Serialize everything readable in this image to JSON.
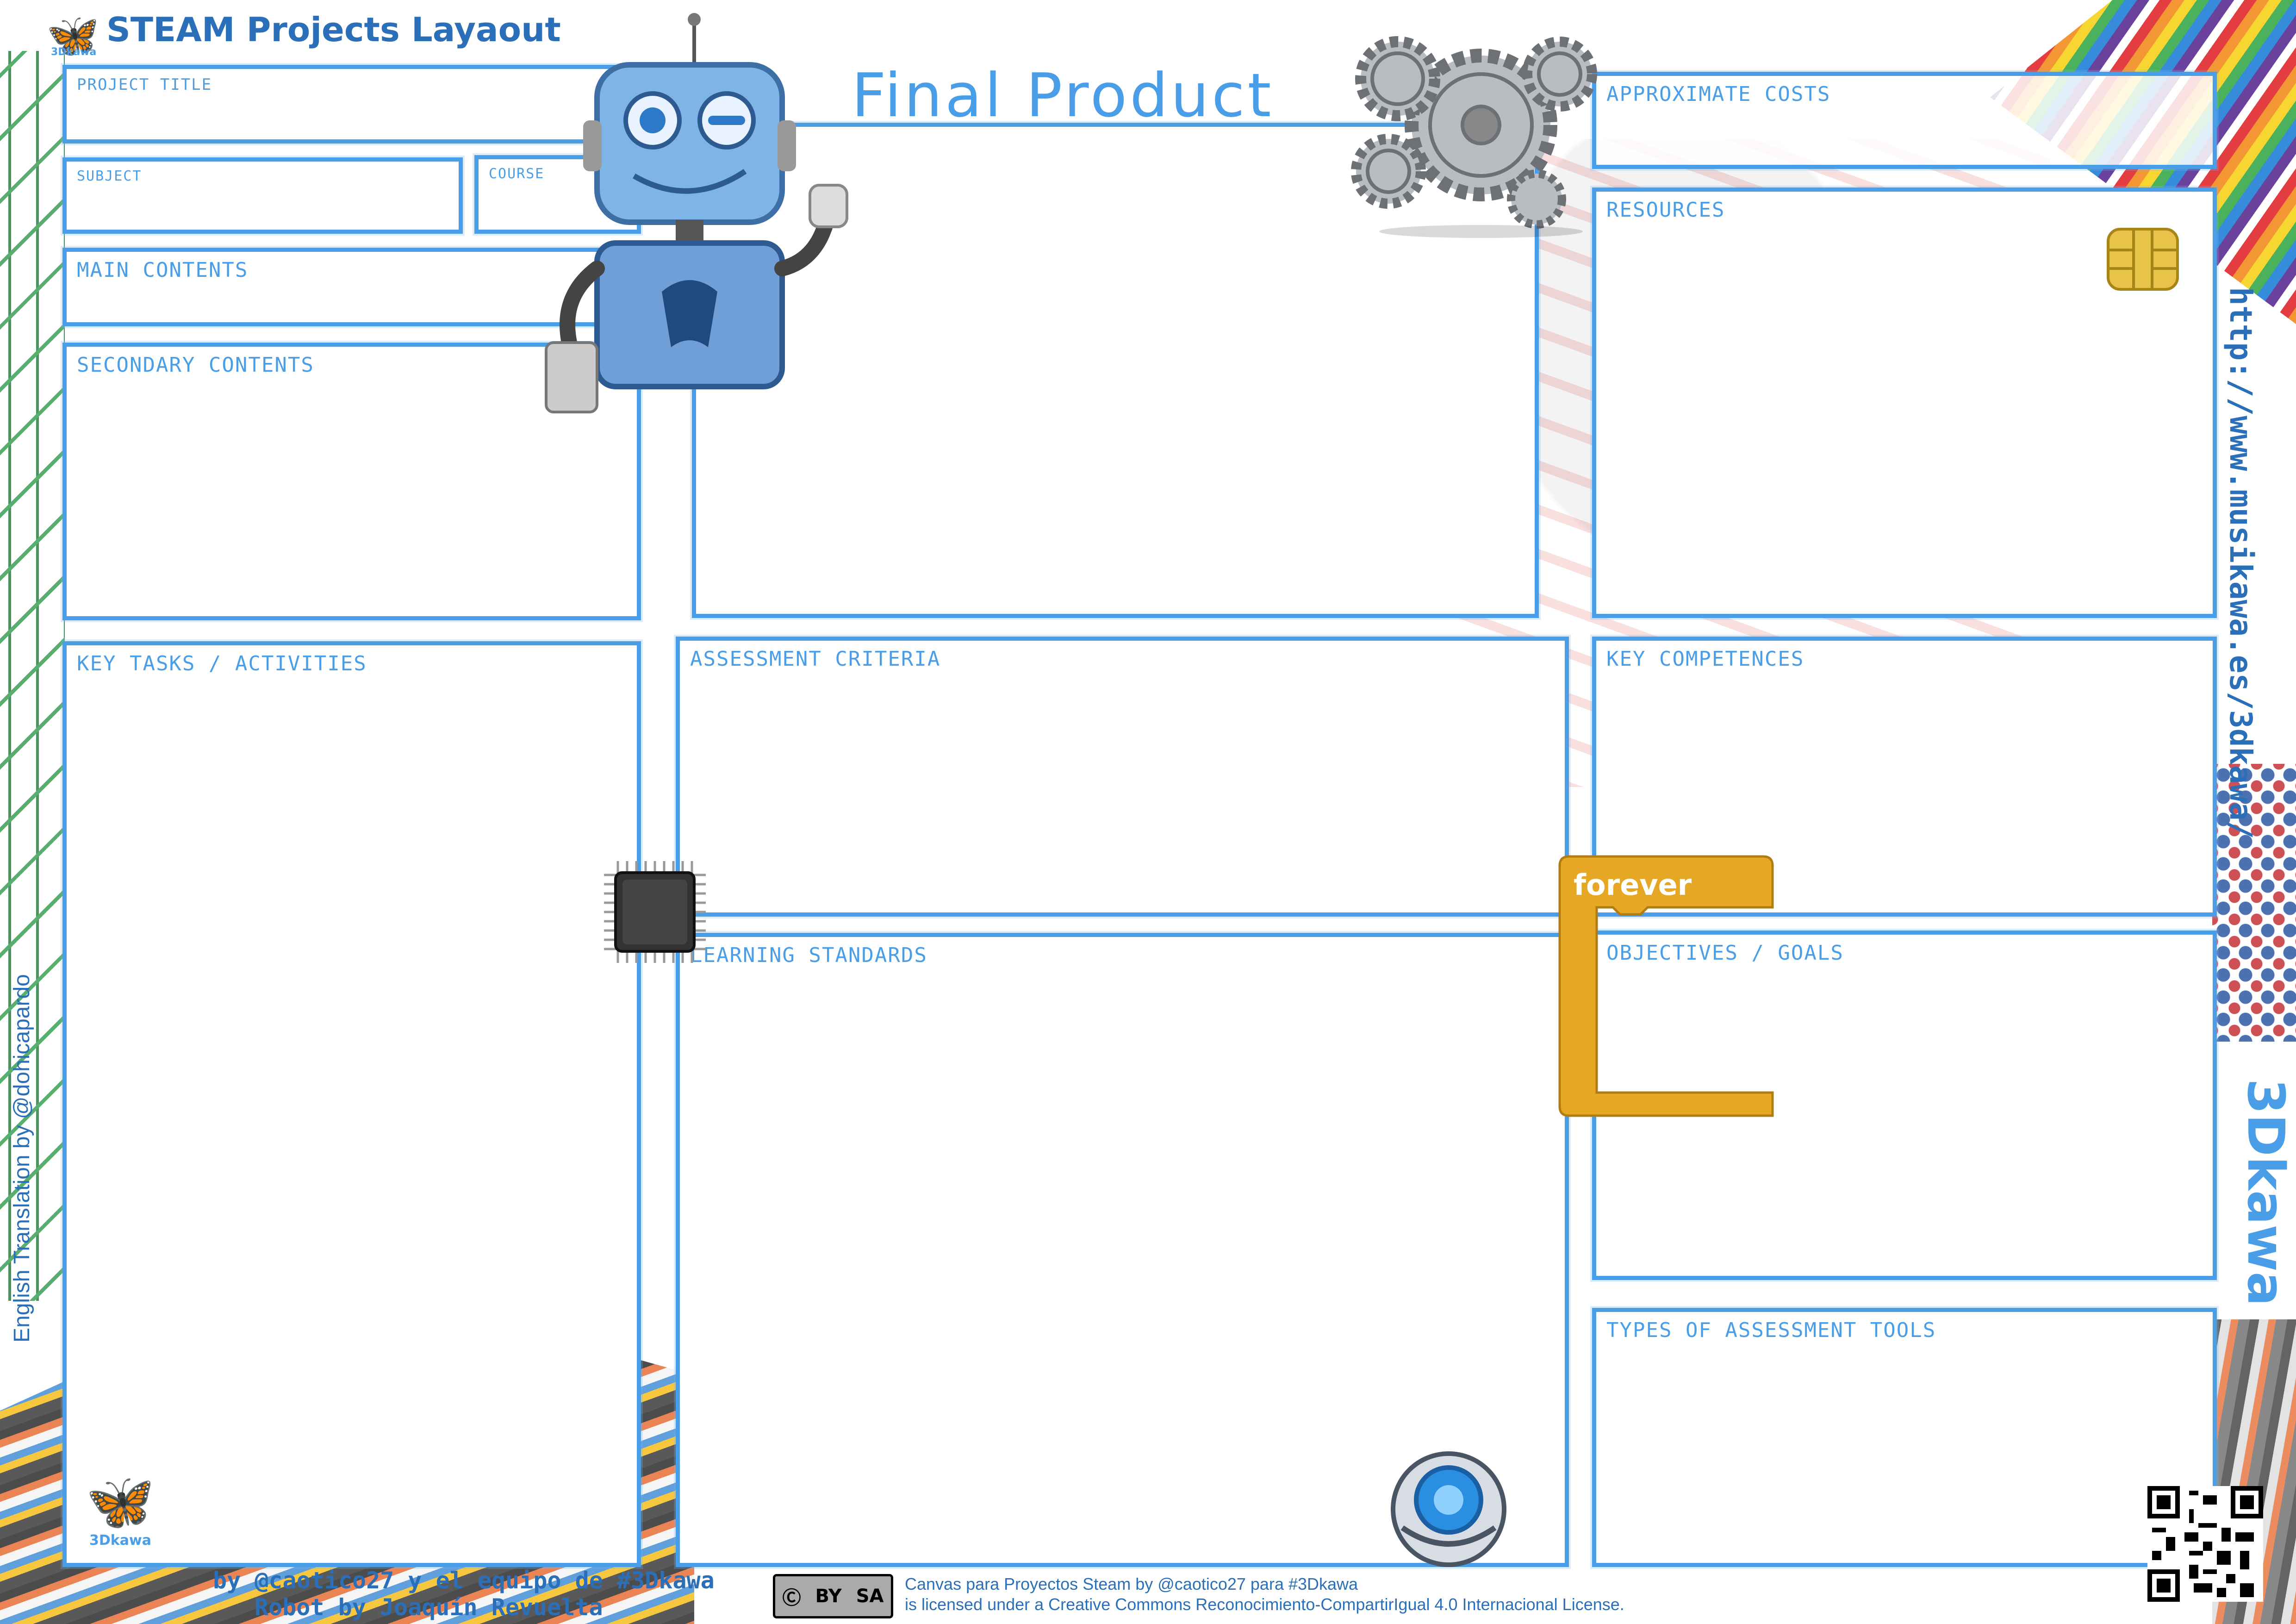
{
  "header": {
    "title": "STEAM Projects Layaout",
    "logo_text": "3Dkawa"
  },
  "final_product": {
    "title": "Final Product"
  },
  "boxes": {
    "project_title": "PROJECT TITLE",
    "subject": "SUBJECT",
    "course": "COURSE",
    "main_contents": "MAIN CONTENTS",
    "secondary_contents": "SECONDARY CONTENTS",
    "key_tasks": "KEY TASKS / ACTIVITIES",
    "assessment_criteria": "ASSESSMENT CRITERIA",
    "learning_standards": "LEARNING STANDARDS",
    "approximate_costs": "APPROXIMATE COSTS",
    "resources": "RESOURCES",
    "key_competences": "KEY COMPETENCES",
    "objectives_goals": "OBJECTIVES / GOALS",
    "assessment_tools": "TYPES OF ASSESSMENT TOOLS"
  },
  "scratch_block": {
    "label": "forever"
  },
  "side": {
    "url": "http://www.musikawa.es/3dkawa/",
    "brand": "3Dkawa",
    "translation": "English Translation by @dohicapardo"
  },
  "footer": {
    "credit_line1": "by @caotico27 y el equipo de #3Dkawa",
    "credit_line2": "Robot by Joaquín Revuelta",
    "cc_by": "BY",
    "cc_sa": "SA",
    "license_line1": "Canvas para Proyectos Steam by @caotico27 para #3Dkawa",
    "license_line2": "is licensed under a Creative Commons  Reconocimiento-CompartirIgual 4.0 Internacional License.",
    "small_logo_text": "3Dkawa"
  },
  "colors": {
    "accent": "#4a9ee8",
    "dark_blue": "#2a6fb8",
    "scratch_orange": "#e6a824"
  }
}
